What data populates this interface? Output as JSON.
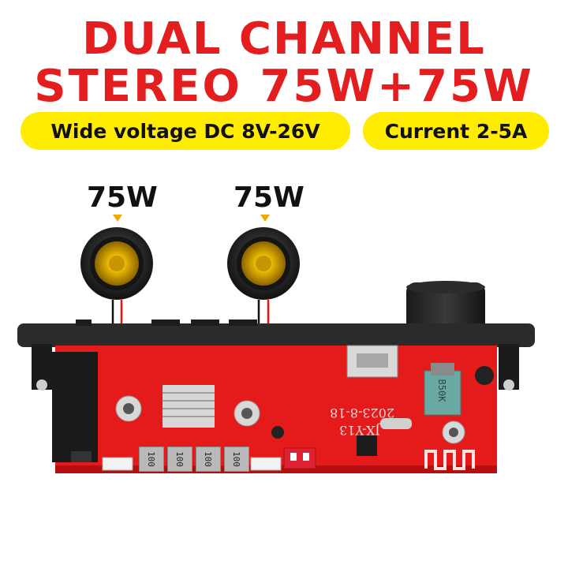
{
  "headline": {
    "line1": "DUAL CHANNEL",
    "line2": "STEREO 75W+75W"
  },
  "specs": {
    "voltage": "Wide voltage DC 8V-26V",
    "current": "Current 2-5A"
  },
  "speakers": [
    {
      "power": "75W"
    },
    {
      "power": "75W"
    }
  ],
  "board": {
    "pot_label": "B50K",
    "silkscreen_date": "2023-8-18",
    "silkscreen_model": "JX-Y13",
    "resistor_marking": "100"
  },
  "colors": {
    "headline": "#e41e1e",
    "pill": "#ffec00",
    "pcb": "#e51b1b",
    "panel": "#2b2b2b"
  }
}
